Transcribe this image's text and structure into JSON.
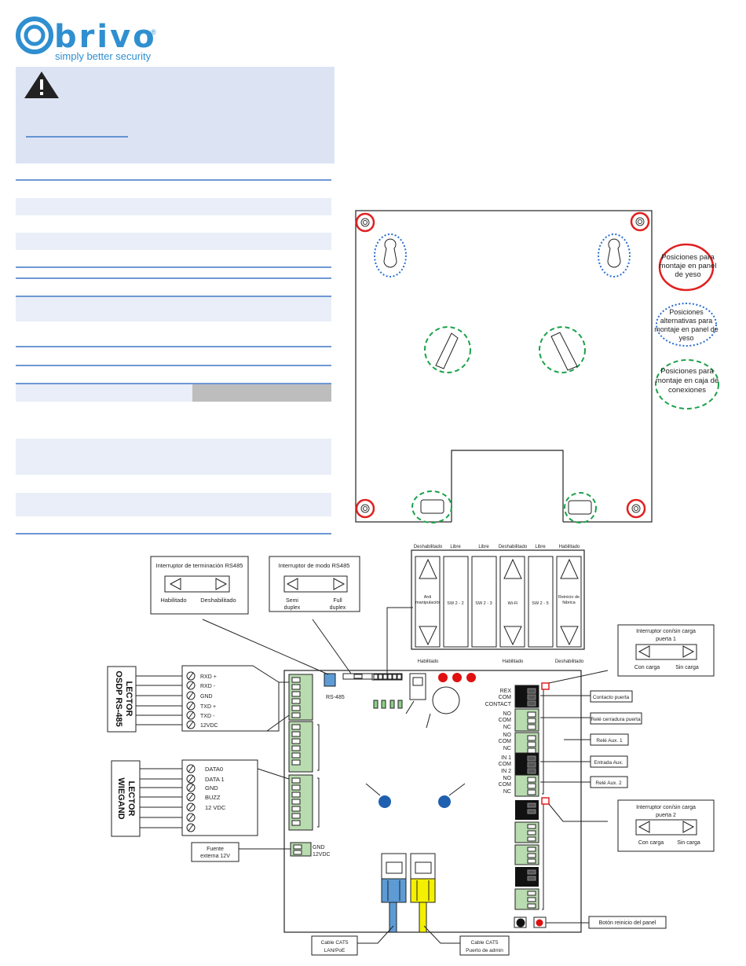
{
  "brand": {
    "name": "brivo",
    "tagline": "simply better security",
    "registered_mark": "®",
    "color": "#2f8fd0"
  },
  "colors": {
    "warning_panel": "#dce4f4",
    "rule_blue": "#3f76c6",
    "band_blue": "#e9eef8",
    "red_circle": "#e02020",
    "green_circle": "#1aa24a",
    "blue_dotted": "#2a6fd0",
    "terminal_green": "#b9dbb0",
    "led_red": "#e01010",
    "button_blue": "#1f5fb0",
    "cable_blue": "#5d9bd5",
    "cable_yellow": "#f4f000",
    "gray_cell": "#bdbdbd"
  },
  "mounting_legend": {
    "drywall": "Posiciones para montaje en panel de yeso",
    "alt_drywall": "Posiciones alternativas para montaje en panel de yeso",
    "junction_box": "Posiciones para montaje en caja de conexiones"
  },
  "dip_switches": {
    "top_labels": [
      "Deshabilitado",
      "Libre",
      "Libre",
      "Deshabilitado",
      "Libre",
      "Habilitado"
    ],
    "names": [
      "Anti manipulación",
      "SW 2 - 2",
      "SW 2 - 3",
      "Wi-Fi",
      "SW 2 - 5",
      "Reinicio de fábrica"
    ],
    "bottom_labels": [
      "Habilitado",
      "Habilitado",
      "Deshabilitado"
    ]
  },
  "rs485_term_switch": {
    "title": "Interruptor de terminación RS485",
    "left": "Habilitado",
    "right": "Deshabilitado"
  },
  "rs485_mode_switch": {
    "title": "Interruptor de modo RS485",
    "left_line1": "Semi",
    "left_line2": "duplex",
    "right_line1": "Full",
    "right_line2": "duplex"
  },
  "door1_switch": {
    "title_line1": "Interruptor con/sin carga",
    "title_line2": "puerta 1",
    "left": "Con carga",
    "right": "Sin carga"
  },
  "door2_switch": {
    "title_line1": "Interruptor con/sin carga",
    "title_line2": "puerta 2",
    "left": "Con carga",
    "right": "Sin carga"
  },
  "osdp_reader": {
    "label_line1": "LECTOR",
    "label_line2": "OSDP RS-485",
    "terminals": [
      "RXD +",
      "RXD -",
      "GND",
      "TXD +",
      "TXD -",
      "12VDC"
    ],
    "port_label": "RS-485"
  },
  "wiegand_reader": {
    "label_line1": "LECTOR",
    "label_line2": "WIEGAND",
    "terminals": [
      "DATA0",
      "DATA 1",
      "GND",
      "BUZZ",
      "12 VDC",
      "",
      ""
    ]
  },
  "power": {
    "label_line1": "Fuente",
    "label_line2": "externa 12V",
    "term1": "GND",
    "term2": "12VDC"
  },
  "door_terminals": {
    "contact": [
      "REX",
      "COM",
      "CONTACT"
    ],
    "lock": [
      "NO",
      "COM",
      "NC"
    ],
    "aux1": [
      "NO",
      "COM",
      "NC"
    ],
    "input": [
      "IN 1",
      "COM",
      "IN 2"
    ],
    "aux2": [
      "NO",
      "COM",
      "NC"
    ]
  },
  "callouts": {
    "door_contact": "Contacto puerta",
    "door_lock": "Relé cerradura puerta",
    "aux_relay1": "Relé Aux. 1",
    "aux_input": "Entrada Aux.",
    "aux_relay2": "Relé Aux. 2",
    "reset_button": "Botón reinicio del panel"
  },
  "cables": {
    "lan_line1": "Cable CAT5",
    "lan_line2": "LAN/PoE",
    "admin_line1": "Cable CAT5",
    "admin_line2": "Puerto de admin"
  }
}
